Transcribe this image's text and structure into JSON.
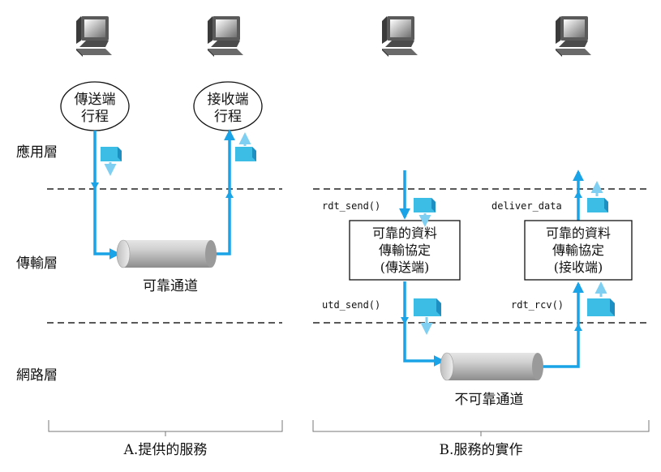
{
  "layers": {
    "application": "應用層",
    "transport": "傳輸層",
    "network": "網路層"
  },
  "panel_a": {
    "sender_process": [
      "傳送端",
      "行程"
    ],
    "receiver_process": [
      "接收端",
      "行程"
    ],
    "channel_label": "可靠通道",
    "caption": "A.提供的服務"
  },
  "panel_b": {
    "calls": {
      "rdt_send": "rdt_send()",
      "deliver_data": "deliver_data",
      "udt_send": "utd_send()",
      "rdt_rcv": "rdt_rcv()"
    },
    "sender_protocol": [
      "可靠的資料",
      "傳輸協定",
      "(傳送端)"
    ],
    "receiver_protocol": [
      "可靠的資料",
      "傳輸協定",
      "(接收端)"
    ],
    "channel_label": "不可靠通道",
    "caption": "B.服務的實作"
  },
  "colors": {
    "arrow": "#1aa3e6",
    "packet": "#3bbde6",
    "packet_dark": "#1d8fc2",
    "dashed": "#222222",
    "monitor": "#555555"
  }
}
